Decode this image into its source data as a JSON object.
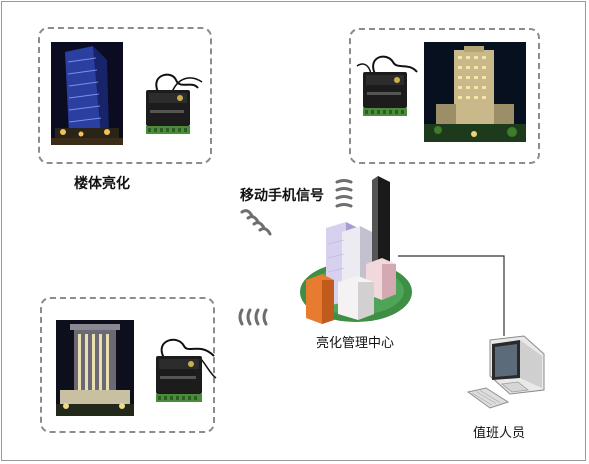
{
  "labels": {
    "building_lighting": "楼体亮化",
    "mobile_signal": "移动手机信号",
    "control_center": "亮化管理中心",
    "operator": "值班人员"
  },
  "colors": {
    "frame_border": "#9a9a9a",
    "dashed_border": "#8c8c8c",
    "ground_green": "#3e8f45",
    "device_body": "#1c1c1c",
    "terminal_green": "#4c8a3c",
    "signal_gray": "#6e6e6e"
  },
  "icons": [
    "night-building-photo",
    "gsm-controller-device",
    "signal-waves-icon",
    "city-buildings-icon",
    "computer-monitor-icon",
    "keyboard-icon"
  ]
}
